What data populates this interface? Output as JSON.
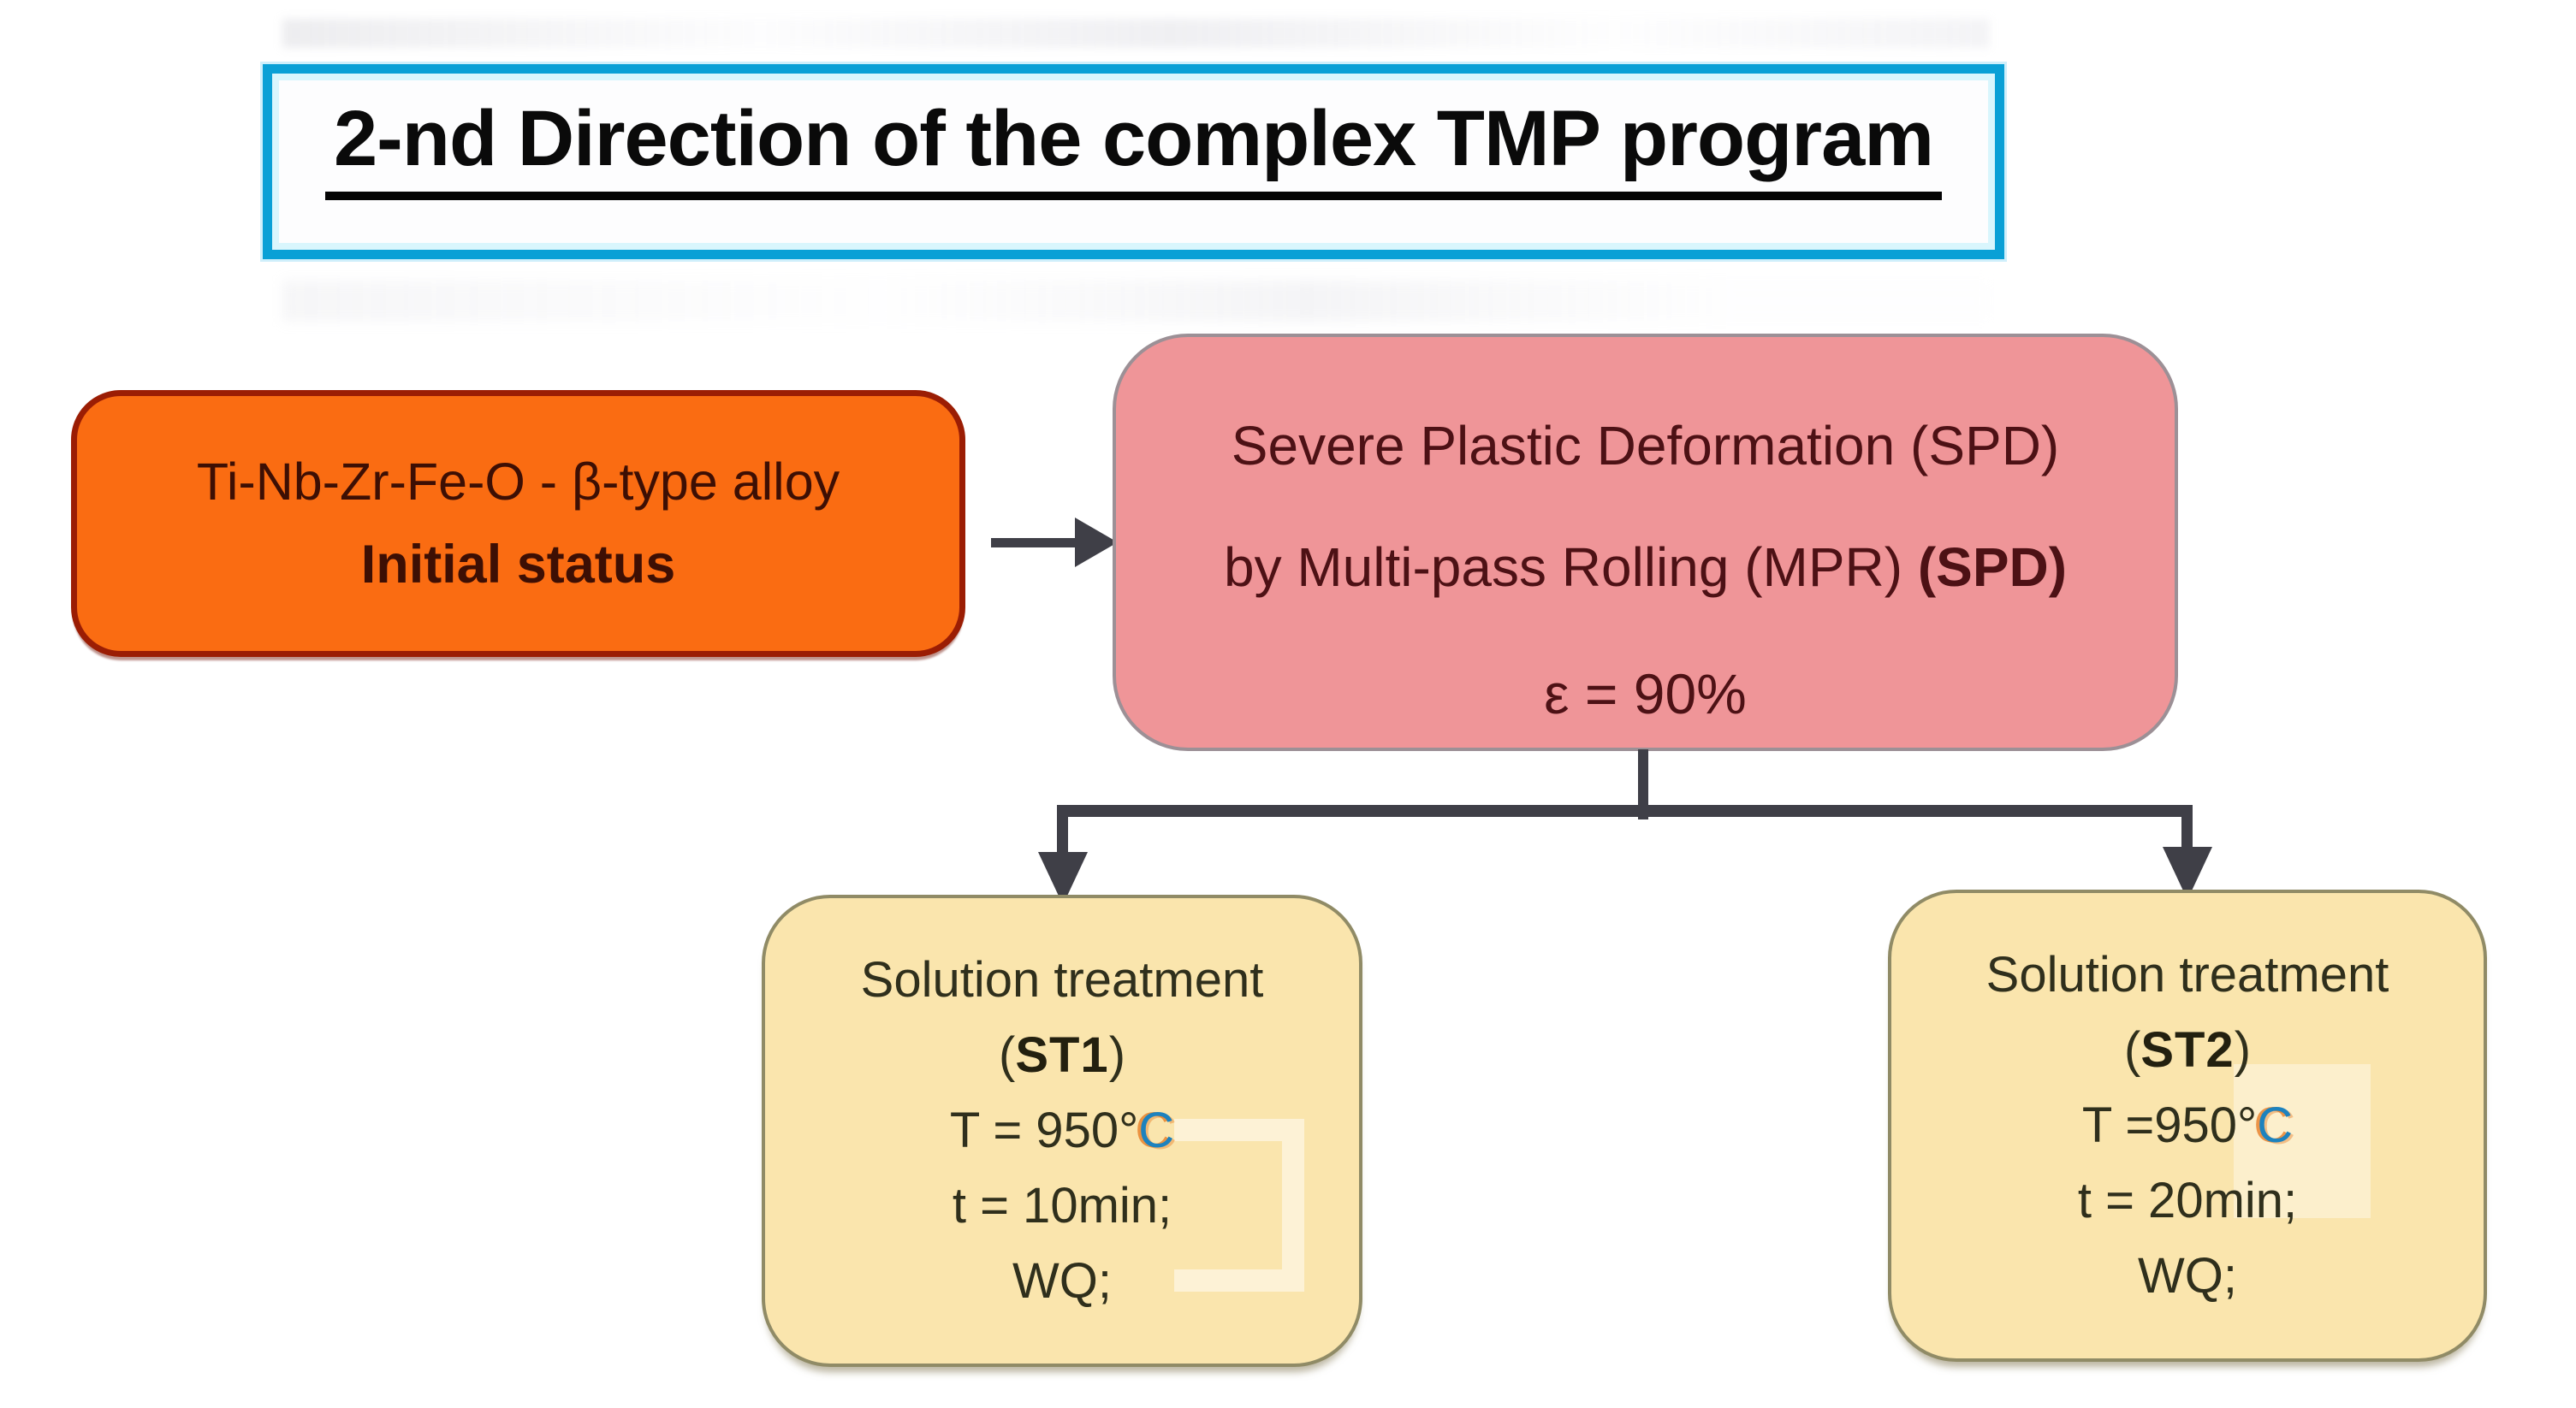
{
  "title": {
    "text": "2-nd Direction of the complex TMP program"
  },
  "initial_box": {
    "line1": "Ti-Nb-Zr-Fe-O - β-type alloy",
    "line2": "Initial status"
  },
  "spd_box": {
    "line1": "Severe Plastic Deformation (SPD)",
    "line2_regular": "by Multi-pass Rolling (MPR) ",
    "line2_bold": "(SPD)",
    "line3": "ε = 90%"
  },
  "st1_box": {
    "line1": "Solution treatment",
    "paren_open": "(",
    "id_bold": "ST1",
    "paren_close": ")",
    "temp_text": "T = 950°",
    "temp_unit": "C",
    "time_text": "t = 10min;",
    "quench_text": "WQ;"
  },
  "st2_box": {
    "line1": "Solution treatment",
    "paren_open": "(",
    "id_bold": "ST2",
    "paren_close": ")",
    "temp_text": "T =950°",
    "temp_unit": "C",
    "time_text": "t = 20min;",
    "quench_text": "WQ;"
  },
  "colors": {
    "title_border": "#0aa0d6",
    "title_inner_glow": "#d9f6fd",
    "initial_fill": "#fa6c12",
    "initial_border": "#9b1d04",
    "initial_text": "#3d0f04",
    "spd_fill": "#ef9598",
    "spd_border": "#9c9096",
    "spd_text": "#4d1115",
    "st_fill": "#fae5ad",
    "st_border": "#908b66",
    "st_text": "#2f2f1c",
    "connector": "#3f3f47",
    "degree_c": "#1d82be",
    "background": "#ffffff"
  }
}
